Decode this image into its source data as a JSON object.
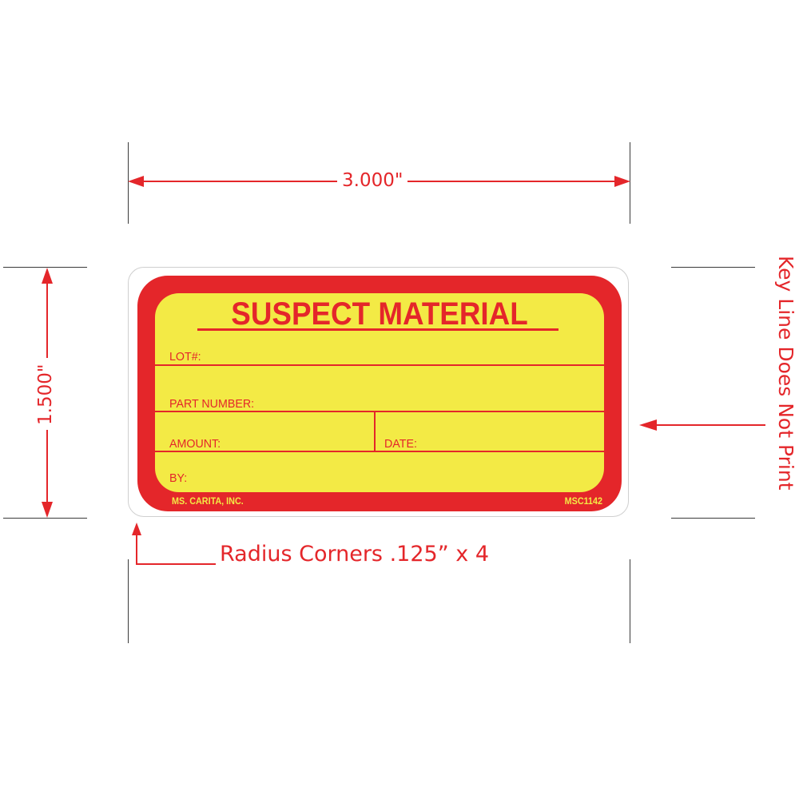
{
  "diagram": {
    "colors": {
      "annotation_red": "#e4262a",
      "label_red": "#e4262a",
      "label_yellow": "#f3ea45",
      "keyline_gray": "#cfcfcf",
      "guide_line": "#3a3a3a"
    },
    "dimensions": {
      "width_label": "3.000\"",
      "height_label": "1.500\""
    },
    "annotations": {
      "keyline_note": "Key Line Does Not Print",
      "corner_note": "Radius Corners .125” x 4"
    },
    "label": {
      "title": "SUSPECT MATERIAL",
      "fields": {
        "lot": "LOT#:",
        "part_number": "PART NUMBER:",
        "amount": "AMOUNT:",
        "date": "DATE:",
        "by": "BY:"
      },
      "footer": {
        "company": "MS. CARITA, INC.",
        "product_code": "MSC1142"
      }
    }
  }
}
